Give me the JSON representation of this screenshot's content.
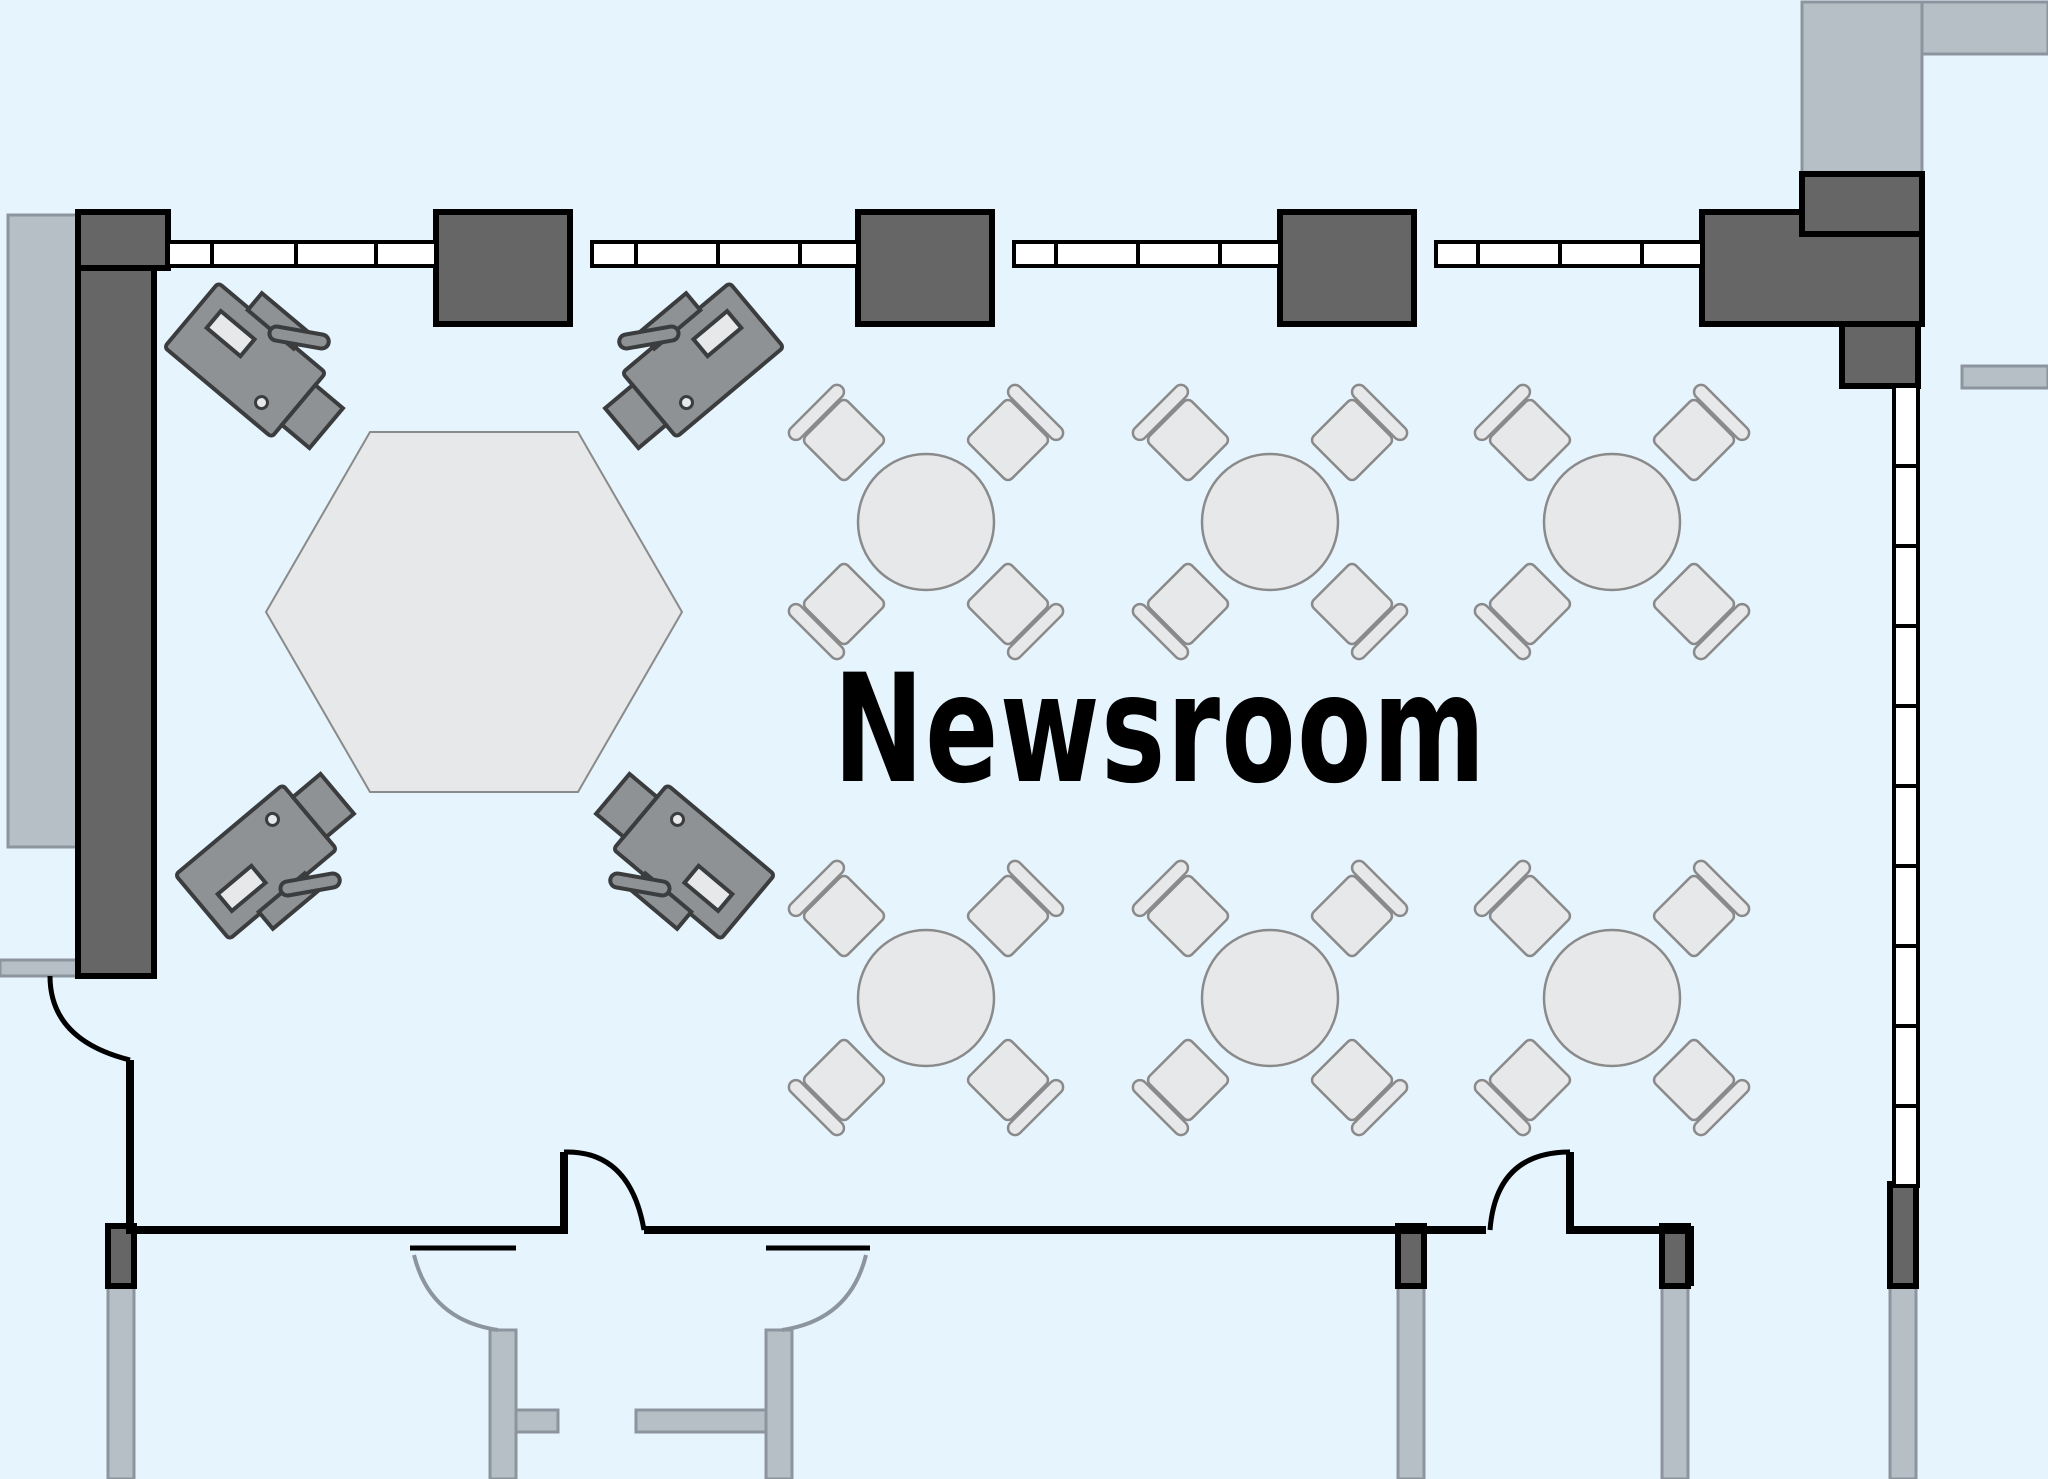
{
  "room": {
    "label": "Newsroom"
  },
  "colors": {
    "background": "#e6f4fe",
    "wall_dark": "#666666",
    "wall_outline": "#000000",
    "wall_faded": "#b6bec6",
    "furniture_fill": "#e6e8ea",
    "furniture_stroke": "#8a8a8a",
    "camera_fill": "#8f9294",
    "camera_stroke": "#3a3c3e"
  },
  "furniture": {
    "table_groups": 6,
    "chairs_per_table": 4,
    "cameras": 4,
    "desk_shape": "hexagon"
  }
}
